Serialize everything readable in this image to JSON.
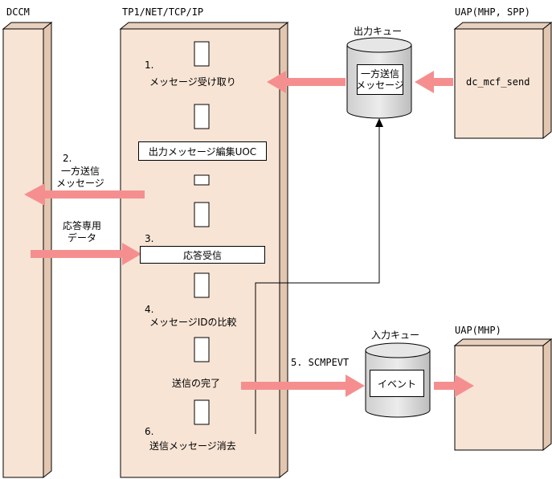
{
  "labels": {
    "dccm": "DCCM",
    "tp1": "TP1/NET/TCP/IP",
    "uap_top": "UAP(MHP, SPP)",
    "uap_bottom": "UAP(MHP)",
    "output_queue": "出力キュー",
    "input_queue": "入力キュー",
    "oneway_msg_line1": "一方送信",
    "oneway_msg_line2": "メッセージ",
    "dc_mcf_send": "dc_mcf_send",
    "event": "イベント"
  },
  "steps": {
    "s1_num": "1.",
    "s1_text": "メッセージ受け取り",
    "uoc": "出力メッセージ編集UOC",
    "s2_num": "2.",
    "s2_line1": "一方送信",
    "s2_line2": "メッセージ",
    "resp_line1": "応答専用",
    "resp_line2": "データ",
    "s3_num": "3.",
    "s3_box": "応答受信",
    "s4_num": "4.",
    "s4_text": "メッセージIDの比較",
    "s5_label": "5. SCMPEVT",
    "send_complete": "送信の完了",
    "s6_num": "6.",
    "s6_text": "送信メッセージ消去"
  },
  "colors": {
    "panel_fill": "#f7e4d5",
    "arrow": "#f58f8f",
    "cylinder": "#d9d9d9",
    "shadow": "#666666"
  }
}
